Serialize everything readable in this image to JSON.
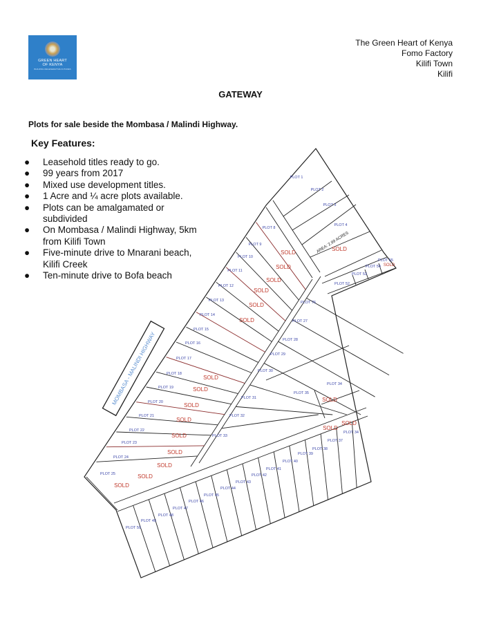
{
  "logo": {
    "line1": "GREEN HEART",
    "line2": "OF KENYA",
    "tagline": "BUILDING REGENERATIVE FUTURES",
    "color": "#2f80c9"
  },
  "address": [
    "The Green Heart of Kenya",
    "Fomo Factory",
    "Kilifi Town",
    "Kilifi"
  ],
  "title": "GATEWAY",
  "subtitle": "Plots for sale beside the Mombasa / Malindi Highway.",
  "key_features_heading": "Key Features:",
  "features": [
    "Leasehold titles ready to go.",
    "99 years from 2017",
    "Mixed use development titles.",
    "1 Acre and ¼ acre plots available.",
    "Plots can be amalgamated or subdivided",
    "On Mombasa / Malindi Highway, 5km from Kilifi Town",
    "Five-minute drive to Mnarani beach, Kilifi Creek",
    "Ten-minute drive to Bofa beach"
  ],
  "map": {
    "highway_label": "MOMBASA - MALINDI HIGHWAY",
    "area_note": "AREA: 2.99 ACRES",
    "sold_label": "SOLD",
    "plot_color": "#3a45a8",
    "sold_color": "#c0392b",
    "highway_color": "#5b8fd0",
    "plots": [
      {
        "label": "PLOT 1",
        "sold": false
      },
      {
        "label": "PLOT 2",
        "sold": false
      },
      {
        "label": "PLOT 3",
        "sold": false
      },
      {
        "label": "PLOT 4",
        "sold": true
      },
      {
        "label": "PLOT 8",
        "sold": false
      },
      {
        "label": "PLOT 9",
        "sold": true
      },
      {
        "label": "PLOT 10",
        "sold": true
      },
      {
        "label": "PLOT 11",
        "sold": true
      },
      {
        "label": "PLOT 12",
        "sold": true
      },
      {
        "label": "PLOT 13",
        "sold": true
      },
      {
        "label": "PLOT 14",
        "sold": true
      },
      {
        "label": "PLOT 15",
        "sold": false
      },
      {
        "label": "PLOT 16",
        "sold": false
      },
      {
        "label": "PLOT 17",
        "sold": true
      },
      {
        "label": "PLOT 18",
        "sold": true
      },
      {
        "label": "PLOT 19",
        "sold": true
      },
      {
        "label": "PLOT 20",
        "sold": true
      },
      {
        "label": "PLOT 21",
        "sold": true
      },
      {
        "label": "PLOT 22",
        "sold": true
      },
      {
        "label": "PLOT 23",
        "sold": true
      },
      {
        "label": "PLOT 24",
        "sold": true
      },
      {
        "label": "PLOT 25",
        "sold": true
      },
      {
        "label": "PLOT 76",
        "sold": false
      },
      {
        "label": "PLOT 27",
        "sold": false
      },
      {
        "label": "PLOT 28",
        "sold": false
      },
      {
        "label": "PLOT 29",
        "sold": false
      },
      {
        "label": "PLOT 30",
        "sold": false
      },
      {
        "label": "PLOT 31",
        "sold": false
      },
      {
        "label": "PLOT 32",
        "sold": false
      },
      {
        "label": "PLOT 33",
        "sold": false
      },
      {
        "label": "PLOT 34",
        "sold": true
      },
      {
        "label": "PLOT 35",
        "sold": false
      },
      {
        "label": "PLOT 34",
        "sold": true
      },
      {
        "label": "PLOT 37",
        "sold": true
      },
      {
        "label": "PLOT 38",
        "sold": false
      },
      {
        "label": "PLOT 39",
        "sold": false
      },
      {
        "label": "PLOT 40",
        "sold": false
      },
      {
        "label": "PLOT 41",
        "sold": false
      },
      {
        "label": "PLOT 42",
        "sold": false
      },
      {
        "label": "PLOT 43",
        "sold": false
      },
      {
        "label": "PLOT 44",
        "sold": false
      },
      {
        "label": "PLOT 45",
        "sold": false
      },
      {
        "label": "PLOT 46",
        "sold": false
      },
      {
        "label": "PLOT 47",
        "sold": false
      },
      {
        "label": "PLOT 48",
        "sold": false
      },
      {
        "label": "PLOT 49",
        "sold": false
      },
      {
        "label": "PLOT 50",
        "sold": false
      },
      {
        "label": "PLOT 52",
        "sold": false
      },
      {
        "label": "PLOT 53",
        "sold": false
      },
      {
        "label": "PLOT 54",
        "sold": false
      },
      {
        "label": "PLOT 55",
        "sold": true
      }
    ]
  }
}
